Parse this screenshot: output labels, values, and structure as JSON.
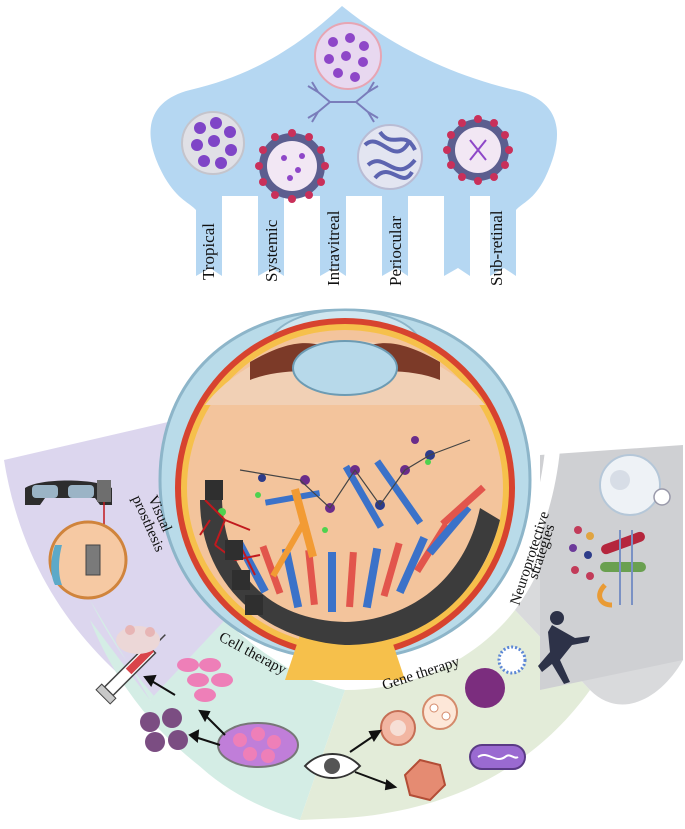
{
  "routes": {
    "tropical": "Tropical",
    "systemic": "Systemic",
    "intravitreal": "Intravitreal",
    "periocular": "Periocular",
    "subretinal": "Sub-retinal"
  },
  "therapies": {
    "visual_prosthesis_line1": "Visual",
    "visual_prosthesis_line2": "prosthesis",
    "cell_therapy": "Cell therapy",
    "gene_therapy": "Gene therapy",
    "neuroprotective_line1": "Neuroprotective",
    "neuroprotective_line2": "strategies"
  },
  "colors": {
    "dome_blue": "#b5d7f2",
    "prosthesis_purple": "#dcd6ee",
    "cell_teal": "#d4ede5",
    "gene_green": "#e3ecd9",
    "neuro_gray": "#d9dadc",
    "retina_peach": "#f3c49c",
    "photoreceptor_blue": "#3b72c9",
    "photoreceptor_red": "#e2554c"
  }
}
